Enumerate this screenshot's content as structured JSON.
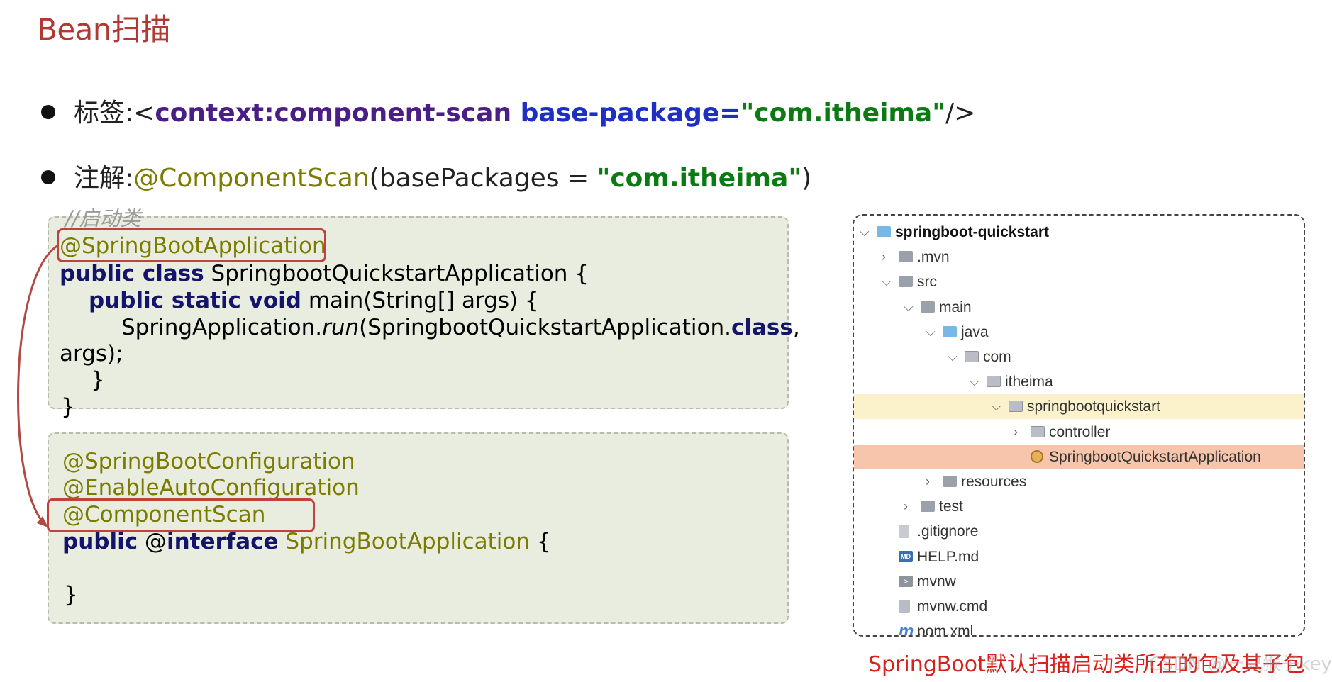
{
  "title": "Bean扫描",
  "bullets": {
    "tag": {
      "label": "标签:",
      "open": "<",
      "ns": "context",
      "colon": ":",
      "name": "component-scan",
      "attr": " base-package",
      "eq": "=",
      "value": "\"com.itheima\"",
      "close": "/>"
    },
    "annotation": {
      "label": "注解:",
      "anno": "@ComponentScan",
      "open": "(",
      "param": "basePackages = ",
      "value": "\"com.itheima\"",
      "close": ")"
    }
  },
  "code1": {
    "comment": "//启动类",
    "l1": "@SpringBootApplication",
    "l2_kw": "public class",
    "l2": " SpringbootQuickstartApplication {",
    "l3_kw": "public static void",
    "l3": " main(String[] args) {",
    "l4_a": "SpringApplication.",
    "l4_run": "run",
    "l4_b": "(SpringbootQuickstartApplication.",
    "l4_kw": "class",
    "l4_c": ",",
    "l5": "args);",
    "l6": "}",
    "l7": "}"
  },
  "code2": {
    "l1": "@SpringBootConfiguration",
    "l2": "@EnableAutoConfiguration",
    "l3": "@ComponentScan",
    "l4_kw": "public",
    "l4_at": " @",
    "l4_kw2": "interface",
    "l4_name": " SpringBootApplication",
    "l4_b": " {",
    "l5": "}"
  },
  "tree": [
    {
      "label": "springboot-quickstart",
      "chevron": "⌵",
      "icon": "folder-project-icon"
    },
    {
      "label": ".mvn",
      "chevron": "›",
      "icon": "folder-icon"
    },
    {
      "label": "src",
      "chevron": "⌵",
      "icon": "folder-icon"
    },
    {
      "label": "main",
      "chevron": "⌵",
      "icon": "folder-icon"
    },
    {
      "label": "java",
      "chevron": "⌵",
      "icon": "folder-source-icon"
    },
    {
      "label": "com",
      "chevron": "⌵",
      "icon": "package-icon"
    },
    {
      "label": "itheima",
      "chevron": "⌵",
      "icon": "package-icon"
    },
    {
      "label": "springbootquickstart",
      "chevron": "⌵",
      "icon": "package-icon"
    },
    {
      "label": "controller",
      "chevron": "›",
      "icon": "package-icon"
    },
    {
      "label": "SpringbootQuickstartApplication",
      "chevron": "",
      "icon": "spring-class-icon"
    },
    {
      "label": "resources",
      "chevron": "›",
      "icon": "folder-resources-icon"
    },
    {
      "label": "test",
      "chevron": "›",
      "icon": "folder-icon"
    },
    {
      "label": ".gitignore",
      "chevron": "",
      "icon": "gitignore-file-icon"
    },
    {
      "label": "HELP.md",
      "chevron": "",
      "icon": "markdown-file-icon"
    },
    {
      "label": "mvnw",
      "chevron": "",
      "icon": "shell-file-icon"
    },
    {
      "label": "mvnw.cmd",
      "chevron": "",
      "icon": "cmd-file-icon"
    },
    {
      "label": "pom.xml",
      "chevron": "",
      "icon": "maven-pom-icon"
    }
  ],
  "caption": "SpringBoot默认扫描启动类所在的包及其子包",
  "watermark": "CSDN @一只猴子key",
  "colors": {
    "title": "#b03a33",
    "highlight_border": "#c0423c",
    "caption": "#d8211b",
    "code_bg": "#e9eddf"
  }
}
